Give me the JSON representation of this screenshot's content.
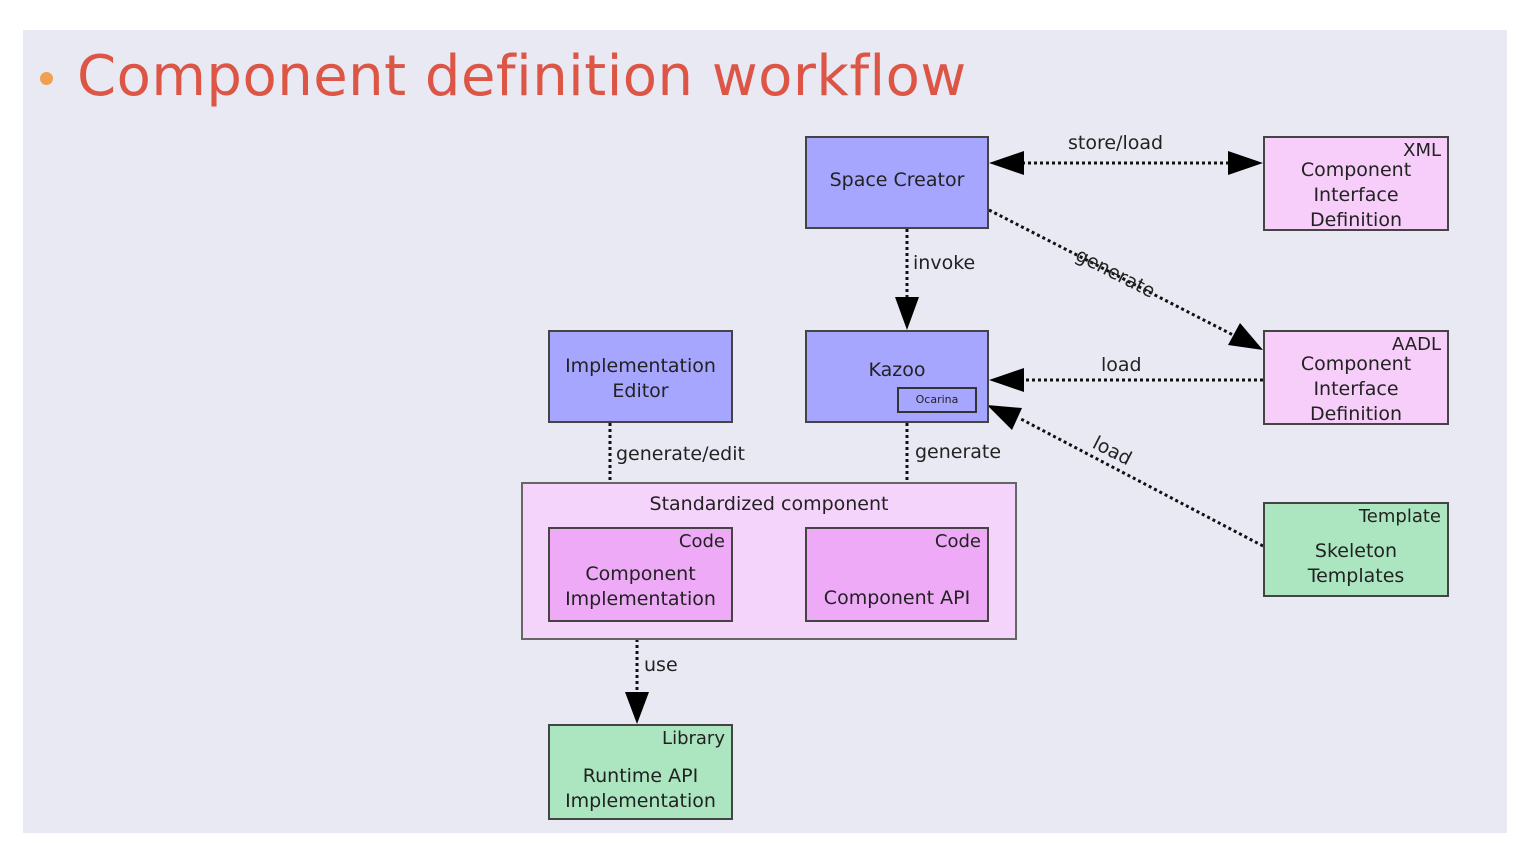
{
  "title": "Component definition workflow",
  "colors": {
    "title": "#dd5544",
    "bullet": "#f0a050",
    "tool_box": "#a6a6ff",
    "definition_box": "#f7cdf9",
    "code_box": "#eeaaf7",
    "library_box": "#abe6c0"
  },
  "nodes": {
    "space_creator": {
      "label": "Space Creator"
    },
    "xml_def": {
      "tag": "XML",
      "label": [
        "Component",
        "Interface",
        "Definition"
      ]
    },
    "aadl_def": {
      "tag": "AADL",
      "label": [
        "Component",
        "Interface",
        "Definition"
      ]
    },
    "impl_editor": {
      "label": [
        "Implementation",
        "Editor"
      ]
    },
    "kazoo": {
      "label": "Kazoo",
      "sub": "Ocarina"
    },
    "template": {
      "tag": "Template",
      "label": [
        "Skeleton",
        "Templates"
      ]
    },
    "standardized": {
      "label": "Standardized component"
    },
    "code_impl": {
      "tag": "Code",
      "label": [
        "Component",
        "Implementation"
      ]
    },
    "code_api": {
      "tag": "Code",
      "label": "Component API"
    },
    "library": {
      "tag": "Library",
      "label": [
        "Runtime API",
        "Implementation"
      ]
    }
  },
  "edges": {
    "store_load": "store/load",
    "generate_aadl": "generate",
    "invoke": "invoke",
    "load_aadl": "load",
    "load_template": "load",
    "generate_edit": "generate/edit",
    "generate_api": "generate",
    "use": "use"
  }
}
